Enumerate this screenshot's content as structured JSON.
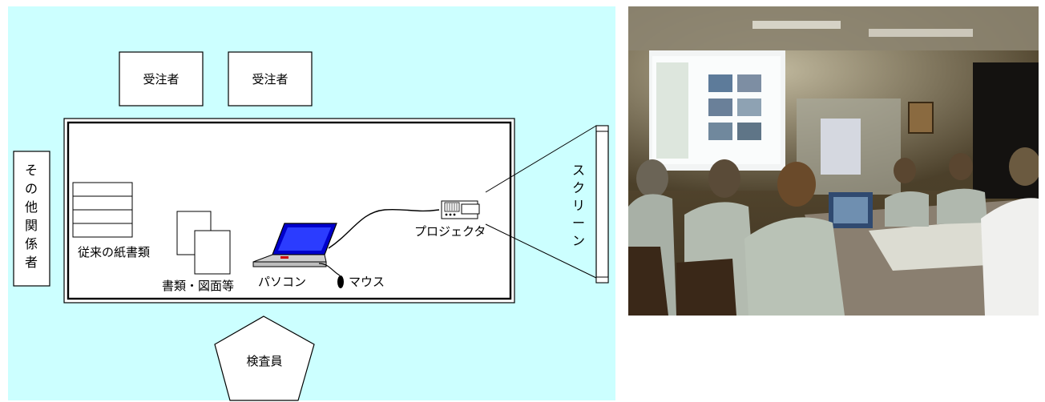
{
  "diagram": {
    "background_color": "#ccffff",
    "contractor_1": "受注者",
    "contractor_2": "受注者",
    "other_parties": [
      "そ",
      "の",
      "他",
      "関",
      "係",
      "者"
    ],
    "paper_docs": "従来の紙書類",
    "docs_drawings": "書類・図面等",
    "pc": "パソコン",
    "mouse": "マウス",
    "projector": "プロジェクタ",
    "screen": [
      "ス",
      "ク",
      "リ",
      "ー",
      "ン"
    ],
    "inspector": "検査員"
  },
  "photo": {
    "description_icon": "meeting-room-photo"
  }
}
